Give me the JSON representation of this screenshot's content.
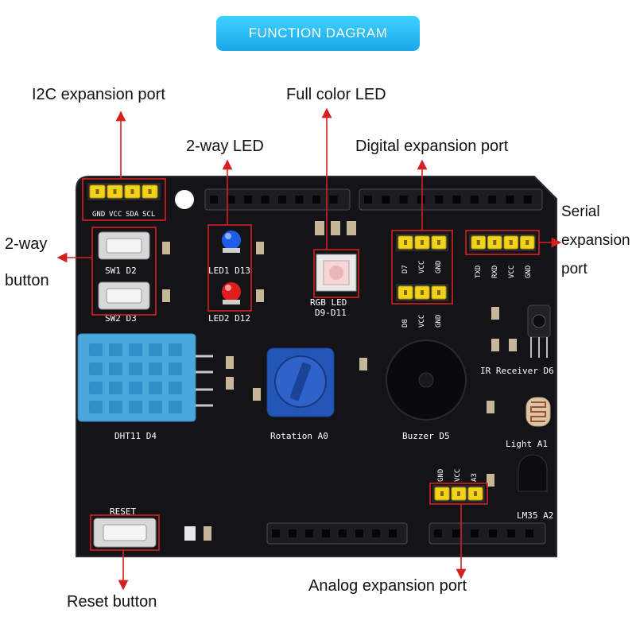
{
  "banner": {
    "title": "FUNCTION DAGRAM"
  },
  "callouts": {
    "i2c": "I2C expansion port",
    "full_color_led": "Full color LED",
    "two_way_led": "2-way LED",
    "digital_port": "Digital expansion port",
    "serial_1": "Serial",
    "serial_2": "expansion",
    "serial_3": "port",
    "button_1": "2-way",
    "button_2": "button",
    "reset_button": "Reset button",
    "analog_port": "Analog expansion port"
  },
  "silkscreen": {
    "i2c_pins": [
      "GND",
      "VCC",
      "SDA",
      "SCL"
    ],
    "sw1": "SW1  D2",
    "sw2": "SW2  D3",
    "led1": "LED1 D13",
    "led2": "LED2 D12",
    "rgb_1": "RGB LED",
    "rgb_2": "D9-D11",
    "digital_top_pins": [
      "D7",
      "VCC",
      "GND"
    ],
    "digital_bottom_pins": [
      "D8",
      "VCC",
      "GND"
    ],
    "serial_pins": [
      "TXD",
      "RXD",
      "VCC",
      "GND"
    ],
    "ir": "IR Receiver D6",
    "dht": "DHT11  D4",
    "rotation": "Rotation A0",
    "buzzer": "Buzzer D5",
    "light": "Light A1",
    "lm35": "LM35 A2",
    "analog_pins": [
      "GND",
      "VCC",
      "A3"
    ],
    "reset": "RESET"
  },
  "colors": {
    "board": "#141418",
    "callout_box": "#d42020",
    "arrow": "#d42020",
    "header_yellow": "#f2d21b",
    "sensor_blue": "#4aa8dc",
    "pot_blue": "#2456b8",
    "led_blue": "#1e5be6",
    "led_red": "#e21c1c",
    "banner": "#1aa6e8"
  }
}
